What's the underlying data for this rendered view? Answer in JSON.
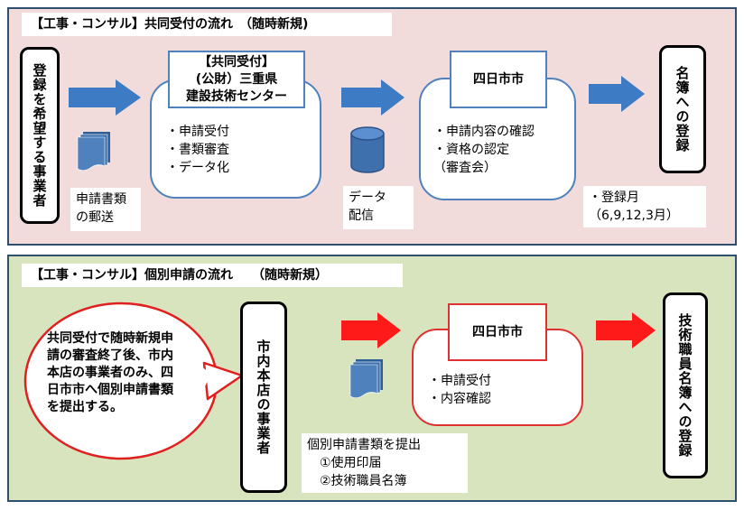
{
  "colors": {
    "panel1_bg": "#f2dcdb",
    "panel2_bg": "#d7e4bd",
    "blue_arrow": "#3d7cc4",
    "red_arrow": "#ff1a1a",
    "blue_border": "#4f81bd",
    "red_border": "#e03030"
  },
  "panel1": {
    "title": "【工事・コンサル】共同受付の流れ　（随時新規)",
    "applicant": "登録を希望する事業者",
    "doc_icon": "document-stack-icon",
    "mail_label": [
      "申請書類",
      "の郵送"
    ],
    "center_header": [
      "【共同受付】",
      "(公財）三重県",
      "建設技術センター"
    ],
    "center_items": [
      "・申請受付",
      "・書類審査",
      "・データ化"
    ],
    "db_icon": "database-cylinder-icon",
    "data_label": [
      "データ",
      "配信"
    ],
    "city_header": "四日市市",
    "city_items": [
      "・申請内容の確認",
      "・資格の認定",
      "（審査会）"
    ],
    "registry": "名簿への登録",
    "reg_month": [
      "・登録月",
      "（6,9,12,3月）"
    ]
  },
  "panel2": {
    "title": "【工事・コンサル】個別申請の流れ　　（随時新規）",
    "bubble": "共同受付で随時新規申請の審査終了後、市内本店の事業者のみ、四日市市へ個別申請書類を提出する。",
    "applicant": "市内本店の事業者",
    "doc_icon": "document-stack-icon",
    "city_header": "四日市市",
    "city_items": [
      "・申請受付",
      "・内容確認"
    ],
    "submit_label": [
      "個別申請書類を提出",
      "　①使用印届",
      "　②技術職員名簿"
    ],
    "registry": "技術職員名簿への登録"
  }
}
